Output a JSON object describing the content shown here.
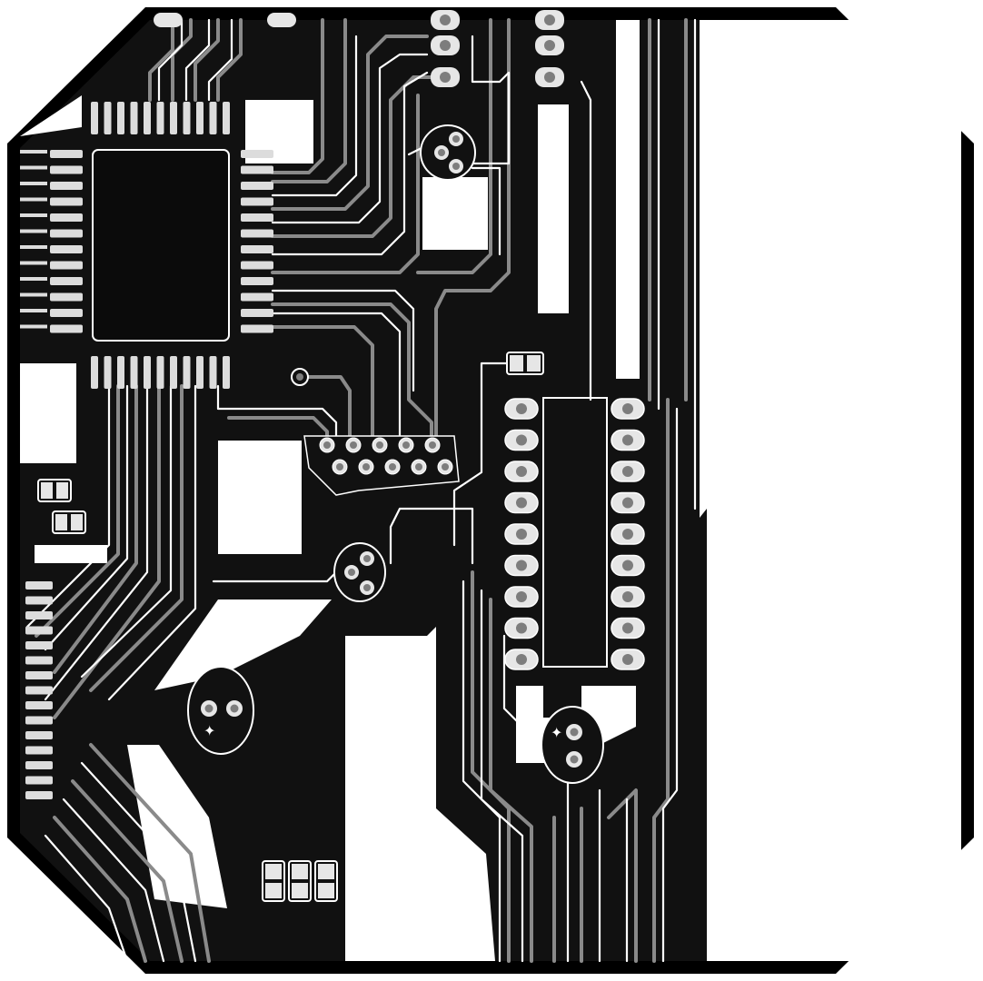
{
  "colors": {
    "background": "#ffffff",
    "board_fill": "#111111",
    "board_outline": "#000000",
    "trace_gray": "#8a8a8a",
    "trace_light": "#b8b8b8",
    "outline_white": "#ffffff",
    "pad_fill": "#e6e6e6",
    "pad_hole": "#7d7d7d"
  },
  "markers": {
    "capacitor_polarity": "✦"
  },
  "components": [
    {
      "id": "ic-qfp-chip"
    },
    {
      "id": "dip-ic-socket"
    },
    {
      "id": "mcu-header"
    },
    {
      "id": "transistor-top"
    },
    {
      "id": "transistor-mid"
    },
    {
      "id": "transistor-bottom"
    },
    {
      "id": "capacitor-left"
    },
    {
      "id": "capacitor-bottom"
    },
    {
      "id": "smd-resistor-array"
    }
  ]
}
